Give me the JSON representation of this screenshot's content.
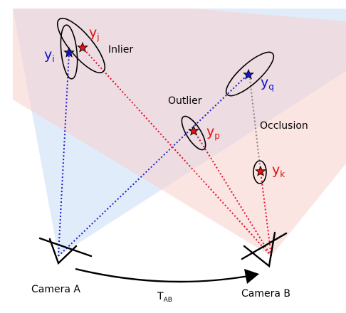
{
  "labels": {
    "inlier": "Inlier",
    "outlier": "Outlier",
    "occlusion": "Occlusion",
    "camera_a": "Camera A",
    "camera_b": "Camera B",
    "transform_base": "T",
    "transform_sub": "AB"
  },
  "points": {
    "yi": {
      "base": "y",
      "sub": "i",
      "color": "#1010c8"
    },
    "yj": {
      "base": "y",
      "sub": "j",
      "color": "#e01010"
    },
    "yq": {
      "base": "y",
      "sub": "q",
      "color": "#1010c8"
    },
    "yp": {
      "base": "y",
      "sub": "p",
      "color": "#e01010"
    },
    "yk": {
      "base": "y",
      "sub": "k",
      "color": "#e01010"
    }
  },
  "colors": {
    "camera_a_fov": "#c9dcf7",
    "camera_b_fov": "#f7d0cc",
    "ray_a": "#1a1ac8",
    "ray_b": "#e0102a",
    "occlusion_ray": "#808080",
    "blue_star": "#1414d0",
    "red_star": "#e01414"
  }
}
